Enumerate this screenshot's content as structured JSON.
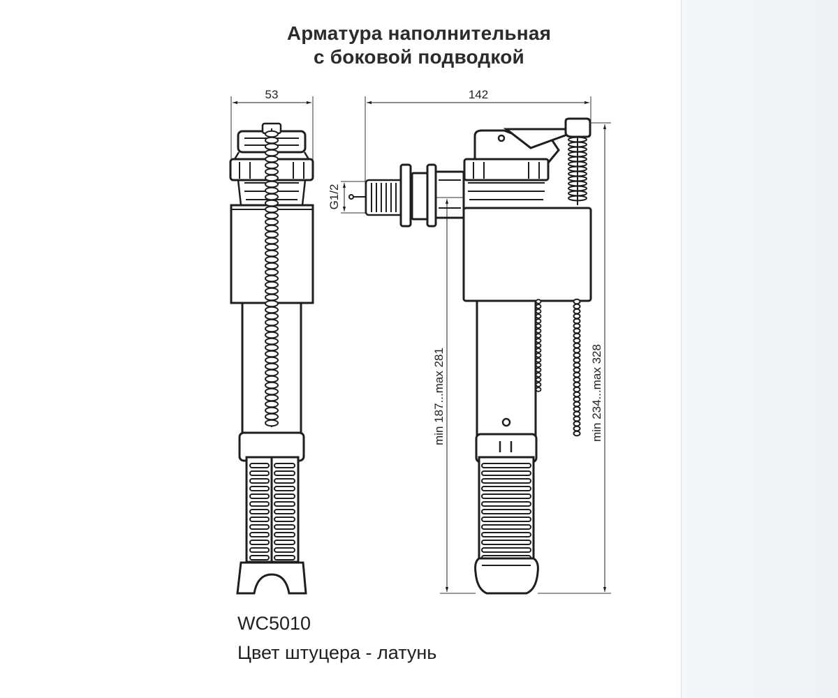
{
  "title": {
    "line1": "Арматура наполнительная",
    "line2": "с боковой подводкой"
  },
  "dimensions": {
    "width_front": "53",
    "width_side": "142",
    "thread": "G1/2",
    "height_inlet": "min 187...max 281",
    "height_total": "min 234...max 328"
  },
  "caption": {
    "model": "WC5010",
    "fitting_color": "Цвет штуцера - латунь"
  }
}
